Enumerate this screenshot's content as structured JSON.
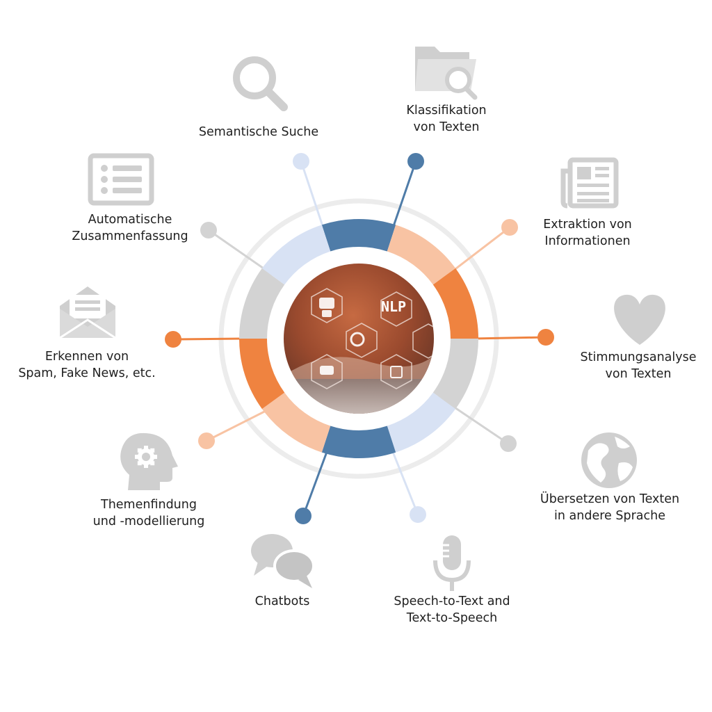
{
  "colors": {
    "dark_blue": "#4f7ca8",
    "light_blue": "#d8e2f4",
    "orange": "#ef8340",
    "peach": "#f8c3a3",
    "gray": "#d3d3d3",
    "icon_gray": "#cfcfcf",
    "outer_ring": "#ececec",
    "text": "#1f1f1f"
  },
  "center_image": {
    "text": "NLP"
  },
  "items": [
    {
      "id": "semantische-suche",
      "icon": "search-icon",
      "lines": [
        "Semantische Suche"
      ]
    },
    {
      "id": "klassifikation",
      "icon": "folder-search-icon",
      "lines": [
        "Klassifikation",
        "von Texten"
      ]
    },
    {
      "id": "extraktion",
      "icon": "newspaper-icon",
      "lines": [
        "Extraktion von",
        "Informationen"
      ]
    },
    {
      "id": "stimmungsanalyse",
      "icon": "heart-icon",
      "lines": [
        "Stimmungsanalyse",
        "von Texten"
      ]
    },
    {
      "id": "uebersetzen",
      "icon": "globe-icon",
      "lines": [
        "Übersetzen von Texten",
        "in andere Sprache"
      ]
    },
    {
      "id": "speech",
      "icon": "microphone-icon",
      "lines": [
        "Speech-to-Text and",
        "Text-to-Speech"
      ]
    },
    {
      "id": "chatbots",
      "icon": "chat-bubbles-icon",
      "lines": [
        "Chatbots"
      ]
    },
    {
      "id": "themenfindung",
      "icon": "head-gear-icon",
      "lines": [
        "Themenfindung",
        "und -modellierung"
      ]
    },
    {
      "id": "spam",
      "icon": "envelope-icon",
      "lines": [
        "Erkennen von",
        "Spam, Fake News, etc."
      ]
    },
    {
      "id": "zusammenfassung",
      "icon": "list-icon",
      "lines": [
        "Automatische",
        "Zusammenfassung"
      ]
    }
  ]
}
